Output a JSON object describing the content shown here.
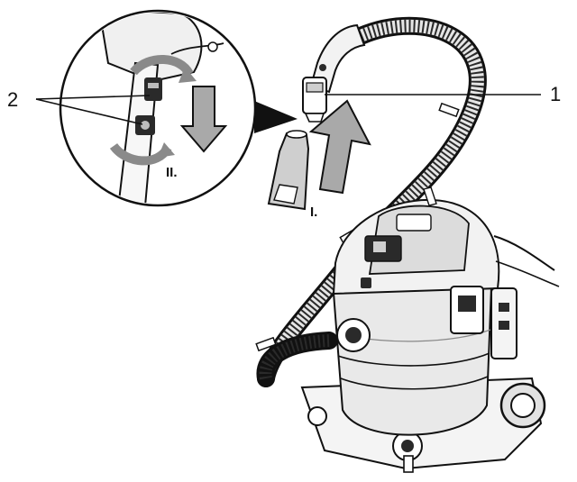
{
  "callouts": {
    "hose_handle": "1",
    "locking_clips": "2"
  },
  "steps": {
    "first": "I.",
    "second": "II."
  },
  "colors": {
    "line": "#111111",
    "arrow_fill": "#a9a9a9",
    "body_fill": "#e9e9e9",
    "dark_fill": "#2a2a2a"
  }
}
